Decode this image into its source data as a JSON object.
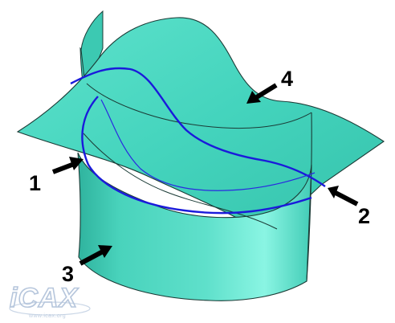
{
  "callouts": [
    {
      "id": "1",
      "label": "1"
    },
    {
      "id": "2",
      "label": "2"
    },
    {
      "id": "3",
      "label": "3"
    },
    {
      "id": "4",
      "label": "4"
    }
  ],
  "logo": {
    "text": "iCAX",
    "url": "www.icax.org"
  },
  "colors": {
    "surface": "#46d6bf",
    "surface_light": "#7ef0dc",
    "surface_dark": "#2fb39e",
    "edge": "#1b3b36",
    "curve": "#1a1adb",
    "arrow": "#000000"
  }
}
